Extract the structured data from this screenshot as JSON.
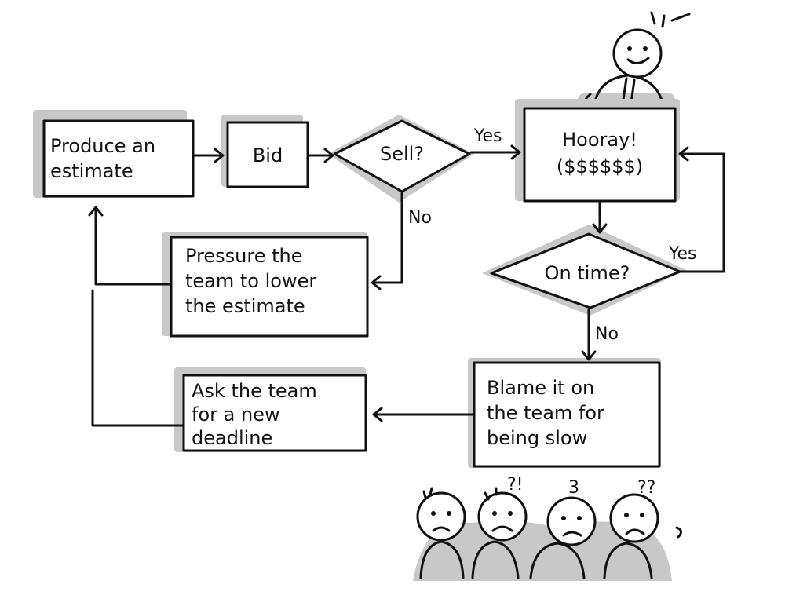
{
  "nodes": {
    "produce": {
      "line1": "Produce an",
      "line2": "estimate"
    },
    "bid": {
      "label": "Bid"
    },
    "sell": {
      "label": "Sell?"
    },
    "hooray": {
      "line1": "Hooray!",
      "line2": "($$$$$$)"
    },
    "on_time": {
      "label": "On time?"
    },
    "pressure": {
      "line1": "Pressure the",
      "line2": "team to lower",
      "line3": "the estimate"
    },
    "ask": {
      "line1": "Ask the team",
      "line2": "for a new",
      "line3": "deadline"
    },
    "blame": {
      "line1": "Blame it on",
      "line2": "the team for",
      "line3": "being slow"
    }
  },
  "edges": {
    "sell_yes": "Yes",
    "sell_no": "No",
    "on_time_yes": "Yes",
    "on_time_no": "No"
  },
  "doodles": {
    "team_marks_1": "?!",
    "team_marks_2": "3",
    "team_marks_3": "??"
  }
}
